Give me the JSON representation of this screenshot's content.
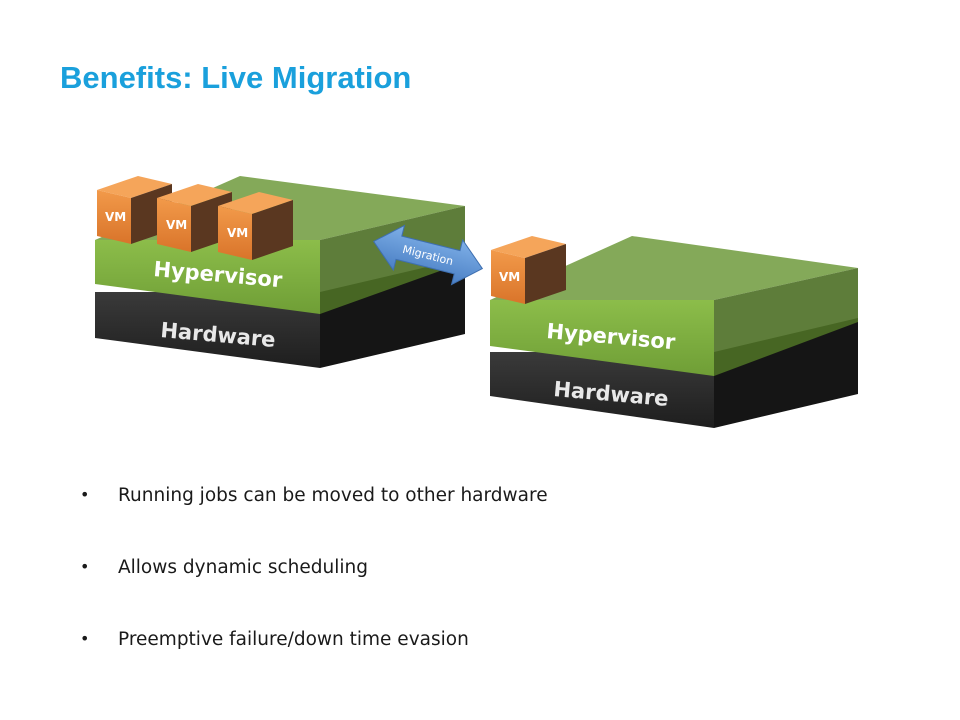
{
  "slide": {
    "title": "Benefits: Live Migration"
  },
  "diagram": {
    "left_host": {
      "vm_labels": [
        "VM",
        "VM",
        "VM"
      ],
      "hypervisor_label": "Hypervisor",
      "hardware_label": "Hardware"
    },
    "right_host": {
      "vm_labels": [
        "VM"
      ],
      "hypervisor_label": "Hypervisor",
      "hardware_label": "Hardware"
    },
    "migration_label": "Migration",
    "colors": {
      "vm": "#e8893a",
      "hypervisor": "#7aab3e",
      "hardware": "#262626",
      "arrow": "#5b8fd0"
    }
  },
  "bullets": [
    {
      "marker": "•",
      "text": "Running jobs can be moved to other hardware"
    },
    {
      "marker": "•",
      "text": "Allows dynamic scheduling"
    },
    {
      "marker": "•",
      "text": "Preemptive failure/down time evasion"
    }
  ]
}
